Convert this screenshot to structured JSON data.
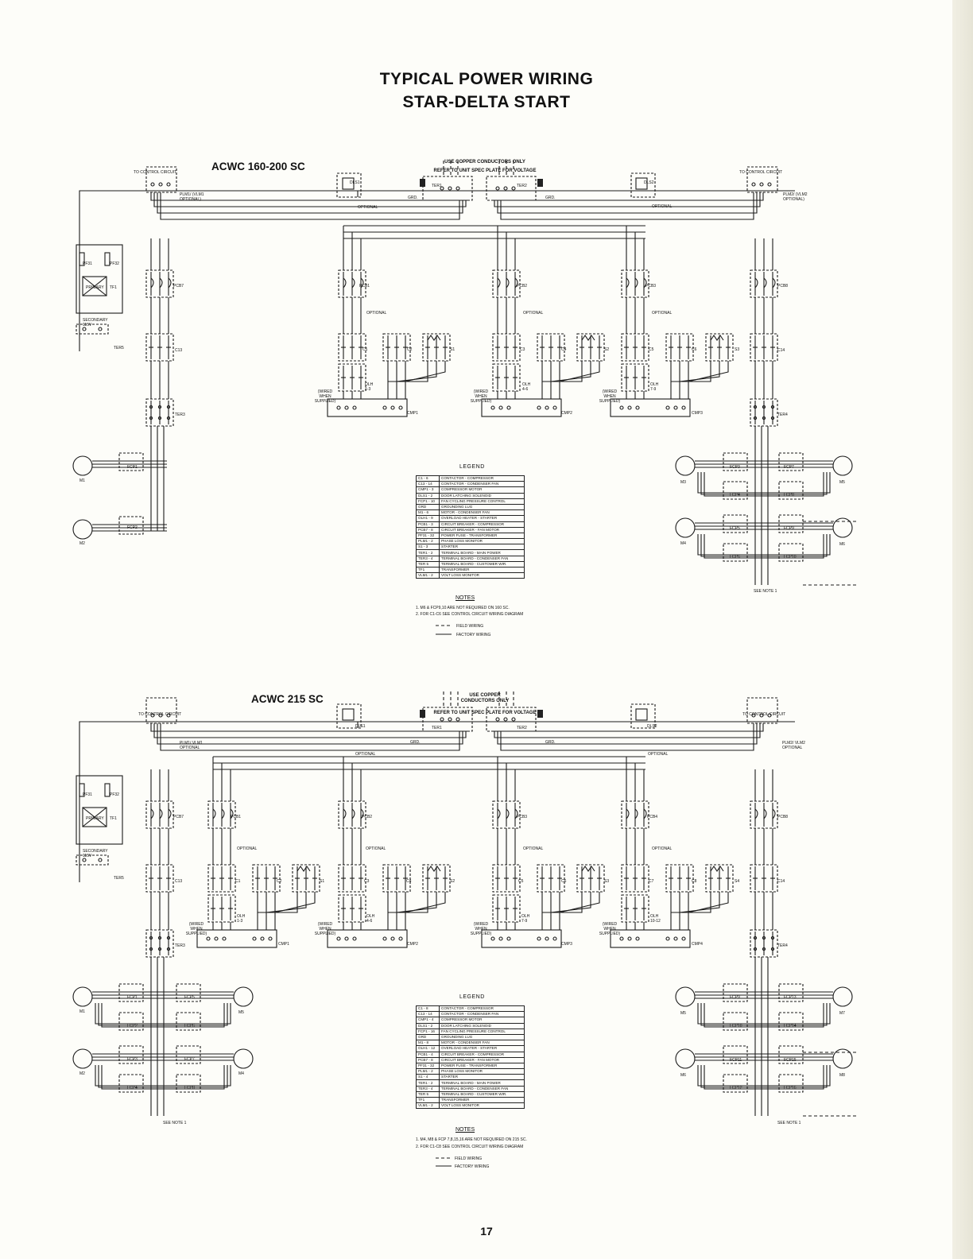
{
  "title": {
    "line1": "TYPICAL POWER WIRING",
    "line2": "STAR-DELTA START"
  },
  "page_number": "17",
  "diagrams": [
    {
      "model": "ACWC 160-200 SC",
      "copper_note": "USE COPPER CONDUCTORS ONLY",
      "voltage_note": "REFER TO UNIT SPEC PLATE FOR VOLTAGE",
      "control_left": "TO CONTROL CIRCUIT",
      "control_right": "TO CONTROL CIRCUIT",
      "plm_left": "PLM1/ (VLM1 OPTIONAL)",
      "plm_right": "PLM2/ (VLM2 OPTIONAL)",
      "labels": {
        "dls1": "DLS1",
        "dls2": "DLS2",
        "optional": "OPTIONAL",
        "ter1": "TER1",
        "ter2": "TER2",
        "grd": "GRD.",
        "pcb7": "PCB7",
        "pcb8": "PCB8",
        "c13": "C13",
        "c14": "C14",
        "ter3": "TER3",
        "ter4": "TER4",
        "ter5": "TER5",
        "primary": "PRIMARY",
        "tf1": "TF1",
        "secondary": "SECONDARY 115V",
        "pf31": "PF31",
        "pf32": "PF32",
        "wired": "(WIRED WHEN SUPPLIED)",
        "see_note": "SEE NOTE 1"
      },
      "compressors": [
        {
          "pcb": "PCB1",
          "c_a": "C1",
          "c_b": "C2",
          "s": "S1",
          "olh": "OLH 1-3",
          "cmp": "CMP1"
        },
        {
          "pcb": "PCB2",
          "c_a": "C3",
          "c_b": "C4",
          "s": "S2",
          "olh": "OLH 4-6",
          "cmp": "CMP2"
        },
        {
          "pcb": "PCB3",
          "c_a": "C5",
          "c_b": "C6",
          "s": "S3",
          "olh": "OLH 7-9",
          "cmp": "CMP3"
        }
      ],
      "fans_left": [
        {
          "motor": "M1",
          "fcp": [
            "FCP1"
          ]
        },
        {
          "motor": "M2",
          "fcp": [
            "FCP2"
          ]
        }
      ],
      "fans_right": [
        {
          "motor_l": "M3",
          "motor_r": "M5",
          "fcp": [
            "FCP3",
            "FCP7",
            "FCP4",
            "FCP8"
          ]
        },
        {
          "motor_l": "M4",
          "motor_r": "M6",
          "fcp": [
            "FCP5",
            "FCP9",
            "FCP6",
            "FCP10"
          ]
        }
      ],
      "legend_title": "LEGEND",
      "legend": [
        [
          "C1 - 6",
          "CONTACTOR - COMPRESSOR"
        ],
        [
          "C13 - 14",
          "CONTACTOR - CONDENSER FAN"
        ],
        [
          "CMP1 - 3",
          "COMPRESSOR MOTOR"
        ],
        [
          "DLS1 - 2",
          "DOOR LATCHING SOLENOID"
        ],
        [
          "FCP1 - 10",
          "FAN CYCLING PRESSURE CONTROL"
        ],
        [
          "GRD",
          "GROUNDING LUG"
        ],
        [
          "M1 - 6",
          "MOTOR - CONDENSER FAN"
        ],
        [
          "OLH1 - 9",
          "OVERLOAD HEATER - STARTER"
        ],
        [
          "PCB1 - 3",
          "CIRCUIT BREAKER - COMPRESSOR"
        ],
        [
          "PCB7 - 8",
          "CIRCUIT BREAKER - FAN MOTOR"
        ],
        [
          "PF31 - 32",
          "POWER FUSE - TRANSFORMER"
        ],
        [
          "PLM1 - 2",
          "PHASE LOSS MONITOR"
        ],
        [
          "S1 - 3",
          "STARTER"
        ],
        [
          "TER1 - 2",
          "TERMINAL BOARD - MAIN POWER"
        ],
        [
          "TER3 - 4",
          "TERMINAL BOARD - CONDENSER FAN"
        ],
        [
          "TER 5",
          "TERMINAL BOARD - CUSTOMER WIR."
        ],
        [
          "TF1",
          "TRANSFORMER"
        ],
        [
          "VLM1 - 2",
          "VOLT LOSS MONITOR"
        ]
      ],
      "notes_title": "NOTES",
      "notes": [
        "1. M6 & FCP9,10 ARE NOT REQUIRED ON 160 SC.",
        "2. FOR C1-C6 SEE CONTROL CIRCUIT WIRING DIAGRAM"
      ],
      "field_wiring": "FIELD WIRING",
      "factory_wiring": "FACTORY WIRING"
    },
    {
      "model": "ACWC 215 SC",
      "copper_note": "USE COPPER CONDUCTORS ONLY",
      "voltage_note": "REFER TO UNIT SPEC PLATE FOR VOLTAGE",
      "control_left": "TO CONTROL CIRCUIT",
      "control_right": "TO CONTROL CIRCUIT",
      "plm_left": "PLM1/ VLM1 OPTIONAL",
      "plm_right": "PLM2/ VLM2 OPTIONAL",
      "labels": {
        "dls1": "DLS1",
        "dls2": "DLS2",
        "optional": "OPTIONAL",
        "ter1": "TER1",
        "ter2": "TER2",
        "grd": "GRD.",
        "pcb7": "PCB7",
        "pcb8": "PCB8",
        "c13": "C13",
        "c14": "C14",
        "ter3": "TER3",
        "ter4": "TER4",
        "ter5": "TER5",
        "primary": "PRIMARY",
        "tf1": "TF1",
        "secondary": "SECONDARY 115V",
        "pf31": "PF31",
        "pf32": "PF32",
        "wired": "(WIRED WHEN SUPPLIED)",
        "see_note": "SEE NOTE 1"
      },
      "compressors": [
        {
          "pcb": "PCB1",
          "c_a": "C1",
          "c_b": "C2",
          "s": "S1",
          "olh": "OLH 1-3",
          "cmp": "CMP1"
        },
        {
          "pcb": "PCB2",
          "c_a": "C3",
          "c_b": "C4",
          "s": "S2",
          "olh": "OLH 4-6",
          "cmp": "CMP2"
        },
        {
          "pcb": "PCB3",
          "c_a": "C5",
          "c_b": "C6",
          "s": "S3",
          "olh": "OLH 7-9",
          "cmp": "CMP3"
        },
        {
          "pcb": "PCB4",
          "c_a": "C7",
          "c_b": "C8",
          "s": "S4",
          "olh": "OLH 10-12",
          "cmp": "CMP4"
        }
      ],
      "fans_left": [
        {
          "motor_l": "M1",
          "motor_r": "M5",
          "fcp": [
            "FCP1",
            "FCP5",
            "FCP2",
            "FCP6"
          ]
        },
        {
          "motor_l": "M2",
          "motor_r": "M4",
          "fcp": [
            "FCP3",
            "FCP7",
            "FCP4",
            "FCP8"
          ]
        }
      ],
      "fans_right": [
        {
          "motor_l": "M5",
          "motor_r": "M7",
          "fcp": [
            "FCP9",
            "FCP13",
            "FCP10",
            "FCP14"
          ]
        },
        {
          "motor_l": "M6",
          "motor_r": "M8",
          "fcp": [
            "FCP11",
            "FCP15",
            "FCP12",
            "FCP16"
          ]
        }
      ],
      "legend_title": "LEGEND",
      "legend": [
        [
          "C1 - 8",
          "CONTACTOR - COMPRESSOR"
        ],
        [
          "C13 - 14",
          "CONTACTOR - CONDENSER FAN"
        ],
        [
          "CMP1 - 4",
          "COMPRESSOR MOTOR"
        ],
        [
          "DLS1 - 2",
          "DOOR LATCHING SOLENOID"
        ],
        [
          "FCP1 - 16",
          "FAN CYCLING PRESSURE CONTROL"
        ],
        [
          "GRD",
          "GROUNDING LUG"
        ],
        [
          "M1 - 8",
          "MOTOR - CONDENSER FAN"
        ],
        [
          "OLH1 - 12",
          "OVERLOAD HEATER - STARTER"
        ],
        [
          "PCB1 - 4",
          "CIRCUIT BREAKER - COMPRESSOR"
        ],
        [
          "PCB7 - 8",
          "CIRCUIT BREAKER - FAN MOTOR"
        ],
        [
          "PF31 - 32",
          "POWER FUSE - TRANSFORMER"
        ],
        [
          "PLM1 - 2",
          "PHASE LOSS MONITOR"
        ],
        [
          "S1 - 4",
          "STARTER"
        ],
        [
          "TER1 - 2",
          "TERMINAL BOARD - MAIN POWER"
        ],
        [
          "TER3 - 4",
          "TERMINAL BOARD - CONDENSER FAN"
        ],
        [
          "TER 5",
          "TERMINAL BOARD - CUSTOMER WIR."
        ],
        [
          "TF1",
          "TRANSFORMER"
        ],
        [
          "VLM1 - 2",
          "VOLT LOSS MONITOR"
        ]
      ],
      "notes_title": "NOTES",
      "notes": [
        "1. M4, M8 & FCP 7,8,15,16 ARE NOT REQUIRED ON 215 SC.",
        "2. FOR C1-C8 SEE CONTROL CIRCUIT WIRING DIAGRAM"
      ],
      "field_wiring": "FIELD WIRING",
      "factory_wiring": "FACTORY WIRING"
    }
  ]
}
